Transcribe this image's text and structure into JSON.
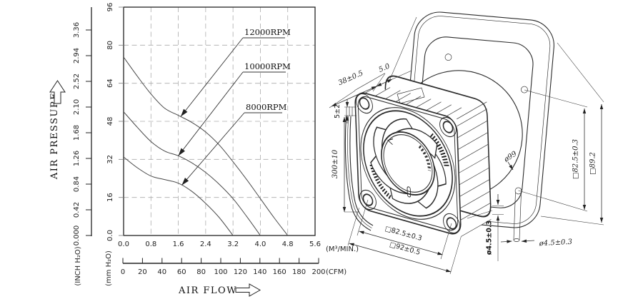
{
  "chart_data": {
    "type": "line",
    "title": "",
    "grid": "dashed",
    "legend_position": "inline-callouts",
    "x_axis": {
      "label": "AIR FLOW",
      "primary_unit": "(M³/MIN.)",
      "primary_ticks": [
        "0.0",
        "0.8",
        "1.6",
        "2.4",
        "3.2",
        "4.0",
        "4.8",
        "5.6"
      ],
      "primary_range": [
        0,
        5.6
      ],
      "secondary_unit": "(CFM)",
      "secondary_ticks": [
        "0",
        "20",
        "40",
        "60",
        "80",
        "100",
        "120",
        "140",
        "160",
        "180",
        "200"
      ],
      "secondary_range": [
        0,
        200
      ]
    },
    "y_axis": {
      "label": "AIR PRESSURE",
      "primary_unit": "(INCH H₂O)",
      "primary_ticks": [
        "0.000",
        "0.42",
        "0.84",
        "1.26",
        "1.68",
        "2.10",
        "2.52",
        "2.94",
        "3.36"
      ],
      "primary_range": [
        0,
        3.36
      ],
      "secondary_unit": "(mm H₂O)",
      "secondary_ticks": [
        "0.0",
        "16",
        "32",
        "48",
        "64",
        "80",
        "96"
      ],
      "secondary_range": [
        0,
        96
      ]
    },
    "series": [
      {
        "name": "12000RPM",
        "points": [
          [
            0,
            75
          ],
          [
            0.4,
            67
          ],
          [
            0.8,
            59.5
          ],
          [
            1.2,
            53.5
          ],
          [
            1.6,
            50.5
          ],
          [
            2.0,
            47.5
          ],
          [
            2.4,
            43.5
          ],
          [
            2.8,
            38
          ],
          [
            3.2,
            31
          ],
          [
            3.6,
            23.5
          ],
          [
            4.0,
            15.5
          ],
          [
            4.4,
            7.5
          ],
          [
            4.8,
            0
          ]
        ]
      },
      {
        "name": "10000RPM",
        "points": [
          [
            0,
            52
          ],
          [
            0.4,
            45.5
          ],
          [
            0.8,
            39.5
          ],
          [
            1.2,
            35.5
          ],
          [
            1.6,
            33.5
          ],
          [
            2.0,
            30.5
          ],
          [
            2.4,
            26.5
          ],
          [
            2.8,
            21.5
          ],
          [
            3.2,
            15.5
          ],
          [
            3.6,
            8
          ],
          [
            4.0,
            0
          ]
        ]
      },
      {
        "name": "8000RPM",
        "points": [
          [
            0,
            33
          ],
          [
            0.4,
            28.5
          ],
          [
            0.8,
            25
          ],
          [
            1.2,
            23.5
          ],
          [
            1.6,
            22
          ],
          [
            2.0,
            18.5
          ],
          [
            2.4,
            13.5
          ],
          [
            2.8,
            7.5
          ],
          [
            3.2,
            0
          ]
        ]
      }
    ]
  },
  "drawing": {
    "dims": {
      "depth": "38±0.5",
      "flange": "5.0",
      "lead_strip": "5±2",
      "lead_length": "300±10",
      "hole_pitch": "□82.5±0.3",
      "frame_size": "□92±0.5",
      "hole_dia": "ø4.5±0.3",
      "panel_opening": "ø99",
      "panel_hole_pitch": "□82.5±0.3",
      "panel_face": "□89.2",
      "panel_hole_dia": "ø4.5±0.3"
    }
  }
}
